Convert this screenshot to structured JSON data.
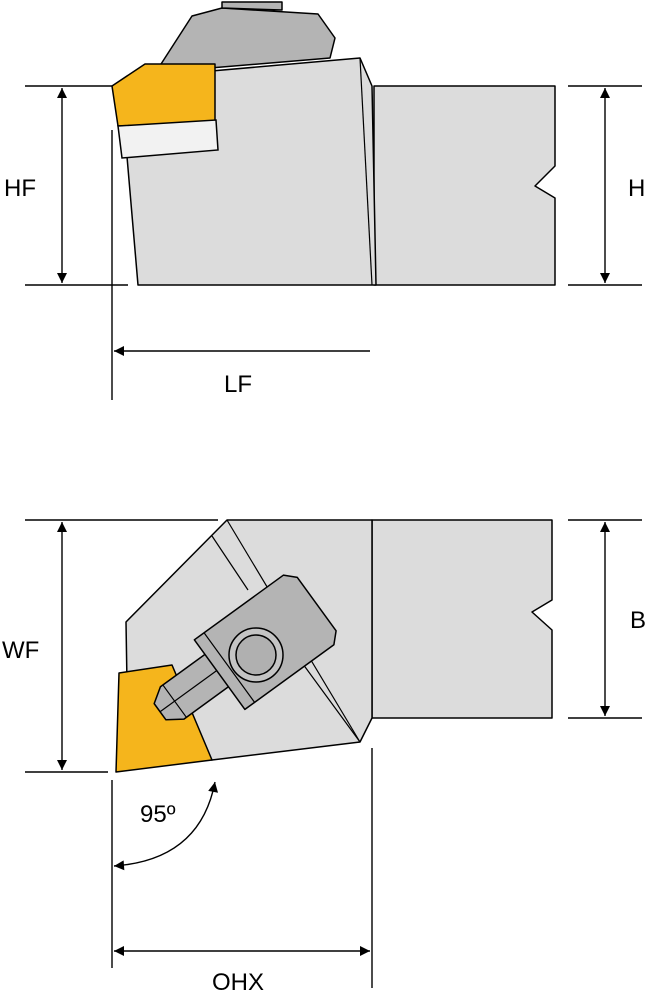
{
  "labels": {
    "hf": "HF",
    "h": "H",
    "lf": "LF",
    "wf": "WF",
    "b": "B",
    "angle": "95º",
    "ohx": "OHX"
  },
  "colors": {
    "body": "#dcdcdc",
    "insert": "#f5b51c",
    "clamp": "#b4b4b4",
    "line": "#000000",
    "background": "#ffffff"
  }
}
